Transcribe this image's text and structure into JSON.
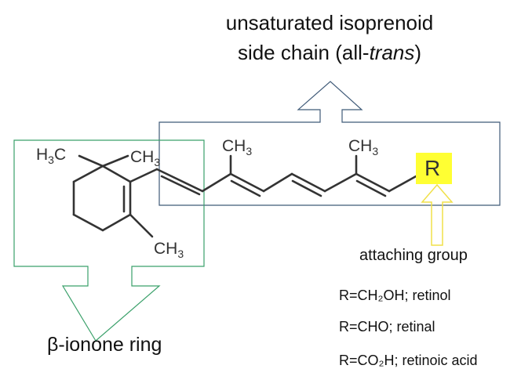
{
  "title": {
    "line1": "unsaturated isoprenoid",
    "line2_prefix": "side chain (all-",
    "line2_italic": "trans",
    "line2_suffix": ")"
  },
  "molecule": {
    "h3c_left": "H3C",
    "ch3_ring_top": "CH3",
    "ch3_ring_bottom": "CH3",
    "ch3_chain_1": "CH3",
    "ch3_chain_2": "CH3",
    "r_group": "R"
  },
  "labels": {
    "attaching_group": "attaching group",
    "beta_ionone_ring": "β-ionone ring"
  },
  "r_definitions": [
    "R=CH₂OH; retinol",
    "R=CHO; retinal",
    "R=CO₂H; retinoic acid"
  ],
  "colors": {
    "side_chain_box": "#3f5a78",
    "ring_box": "#3aa06a",
    "attach_arrow": "#f0e048",
    "r_highlight": "#ffff33",
    "bond": "#333333"
  }
}
